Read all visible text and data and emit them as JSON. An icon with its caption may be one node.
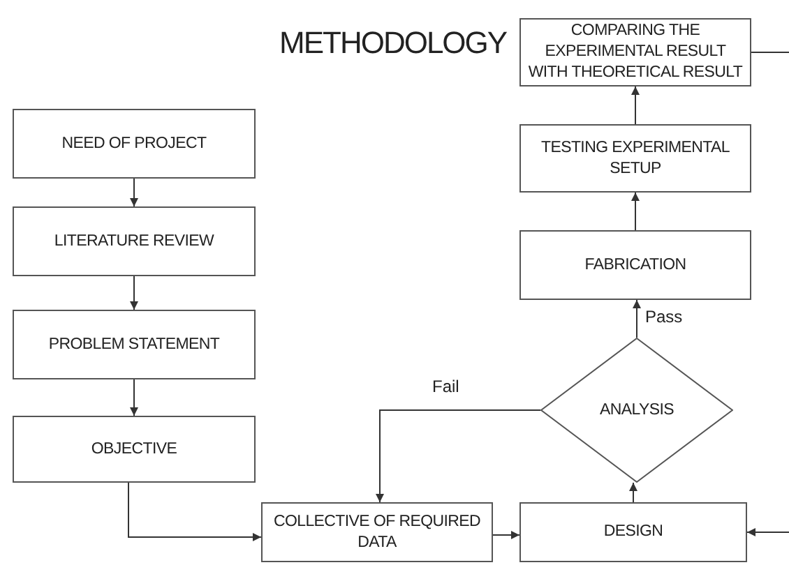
{
  "diagram": {
    "title": "METHODOLOGY",
    "nodes": [
      {
        "text": [
          "NEED OF PROJECT"
        ]
      },
      {
        "text": [
          "LITERATURE REVIEW"
        ]
      },
      {
        "text": [
          "PROBLEM STATEMENT"
        ]
      },
      {
        "text": [
          "OBJECTIVE"
        ]
      },
      {
        "text": [
          "COLLECTIVE OF REQUIRED DATA"
        ]
      },
      {
        "text": [
          "DESIGN"
        ]
      },
      {
        "text": [
          "ANALYSIS"
        ]
      },
      {
        "text": [
          "FABRICATION"
        ]
      },
      {
        "text": [
          "TESTING EXPERIMENTAL SETUP"
        ]
      },
      {
        "text": [
          "COMPARING THE EXPERIMENTAL RESULT WITH THEORETICAL RESULT"
        ]
      }
    ],
    "edges": [
      {
        "from": 0,
        "to": 1,
        "arrow": "to"
      },
      {
        "from": 1,
        "to": 2,
        "arrow": "to"
      },
      {
        "from": 2,
        "to": 3,
        "arrow": "to"
      },
      {
        "from": 3,
        "to": 4,
        "arrow": "to"
      },
      {
        "from": 6,
        "to": 4,
        "label": "Fail",
        "arrow": "to"
      },
      {
        "from": 4,
        "to": 5,
        "arrow": "to"
      },
      {
        "from": 5,
        "to": 6,
        "arrow": "to"
      },
      {
        "from": 6,
        "to": 7,
        "label": "Pass",
        "arrow": "to"
      },
      {
        "from": 7,
        "to": 8,
        "arrow": "to"
      },
      {
        "from": 8,
        "to": 9,
        "arrow": "to"
      },
      {
        "from": 9,
        "to": null,
        "arrow": "none"
      },
      {
        "from": null,
        "to": 5,
        "arrow": "to"
      }
    ]
  }
}
